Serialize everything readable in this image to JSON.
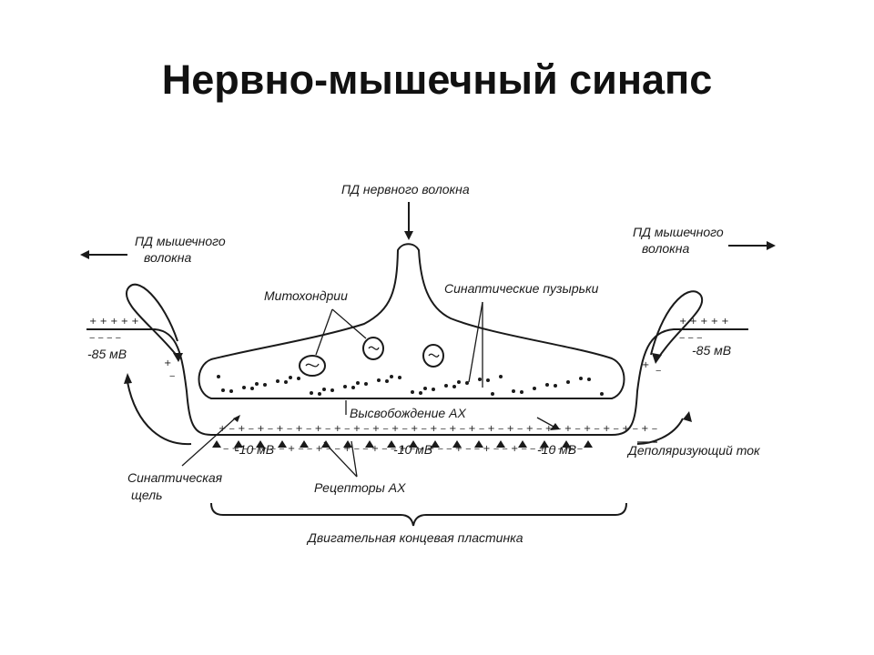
{
  "title": "Нервно-мышечный синапс",
  "labels": {
    "nerve_ap": "ПД нервного волокна",
    "muscle_ap_left_1": "ПД мышечного",
    "muscle_ap_left_2": "волокна",
    "muscle_ap_right_1": "ПД мышечного",
    "muscle_ap_right_2": "волокна",
    "mitochondria": "Митохондрии",
    "vesicles": "Синаптические пузырьки",
    "ach_release": "Высвобождение АХ",
    "cleft_1": "Синаптическая",
    "cleft_2": "щель",
    "receptors": "Рецепторы АХ",
    "depolarizing_current": "Деполяризующий ток",
    "end_plate": "Двигательная концевая пластинка"
  },
  "voltages": {
    "left_rest": "-85 мВ",
    "right_rest": "-85 мВ",
    "plate_1": "-10 мВ",
    "plate_2": "-10 мВ",
    "plate_3": "-10 мВ"
  },
  "colors": {
    "ink": "#1a1a1a",
    "background": "#ffffff"
  }
}
